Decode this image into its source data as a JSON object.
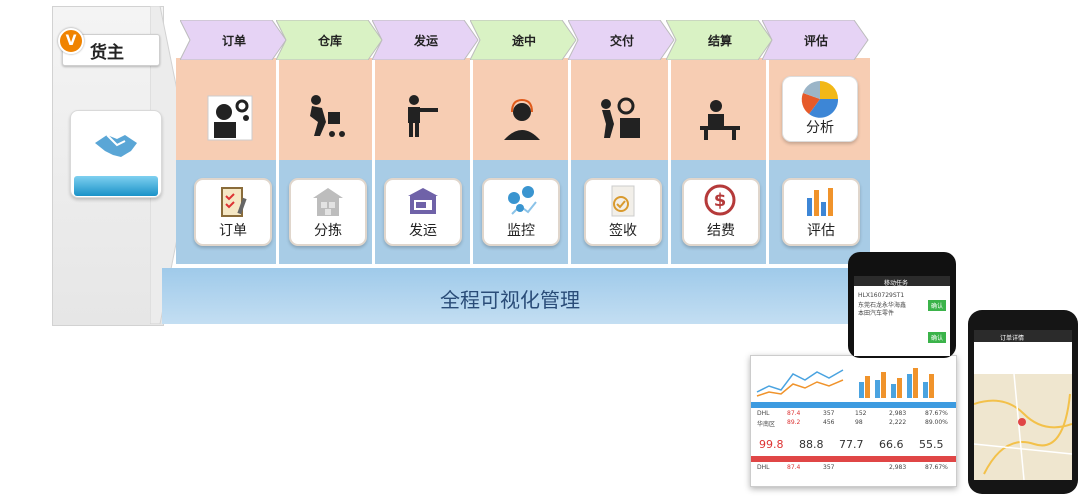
{
  "owner": {
    "logo_letter": "V",
    "label": "货主"
  },
  "stages": [
    "订单",
    "仓库",
    "发运",
    "途中",
    "交付",
    "结算",
    "评估"
  ],
  "analysis_label": "分析",
  "modules": [
    "订单",
    "分拣",
    "发运",
    "监控",
    "签收",
    "结费",
    "评估"
  ],
  "banner_text": "全程可视化管理",
  "phone1": {
    "title": "移动任务",
    "row1": "HLX160729ST1",
    "row2": "东莞石龙永华海鑫",
    "row3": "本田汽车零件",
    "btn1": "确认",
    "btn2": "确认"
  },
  "phone2": {
    "title": "订单详情"
  },
  "dashboard": {
    "stat_values": [
      "99.8",
      "88.8",
      "77.7",
      "66.6",
      "55.5"
    ],
    "row_a": [
      "DHL",
      "87.4",
      "357",
      "152",
      "2,983",
      "87.67%"
    ],
    "row_b": [
      "华南区",
      "89.2",
      "456",
      "98",
      "2,222",
      "89.00%"
    ]
  },
  "colors": {
    "stage_fill": "#d9f2c4",
    "stage_fill_alt": "#e6d3f5",
    "top_band": "#f7cdb3",
    "mid_band": "#a8cce6",
    "banner_text": "#2a4c78",
    "logo": "#f08300"
  }
}
